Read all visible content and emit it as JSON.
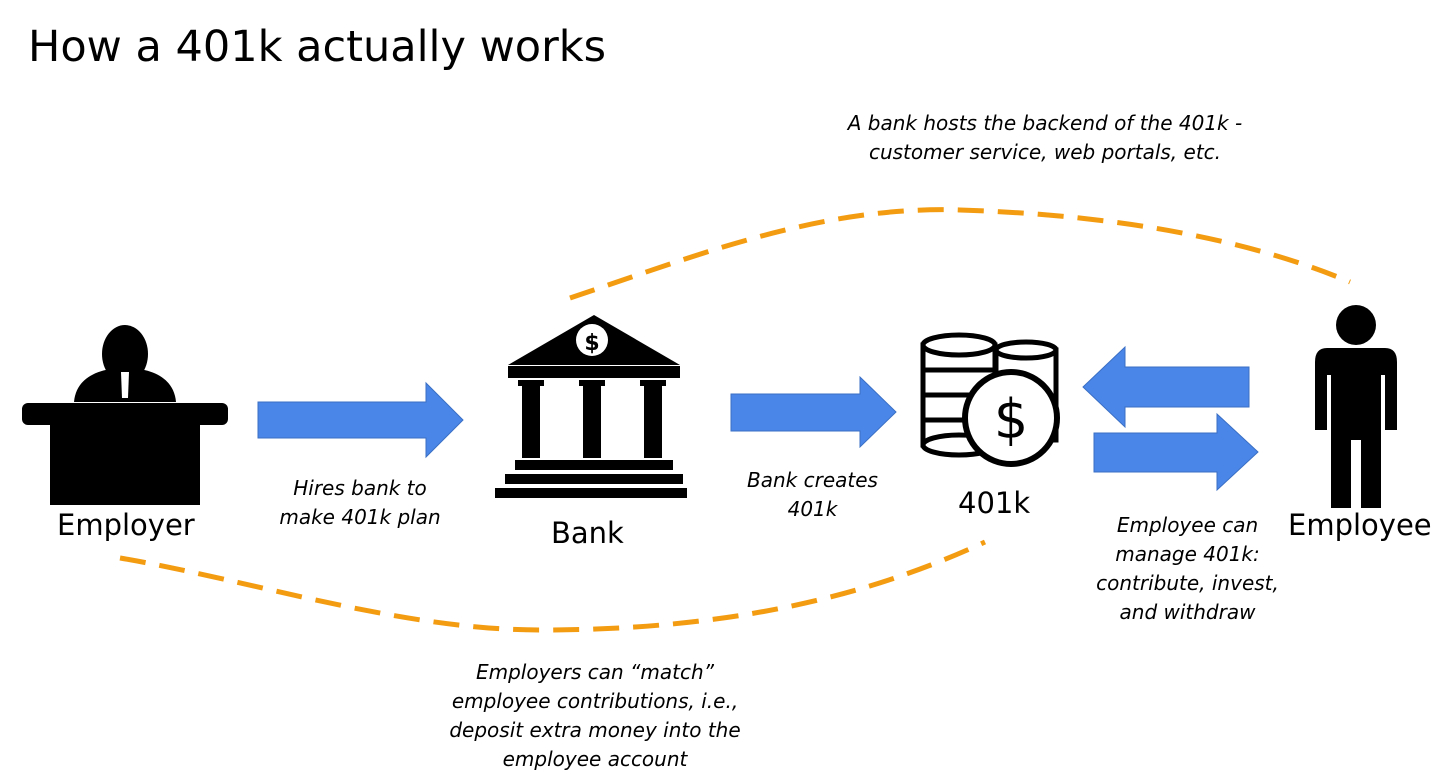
{
  "title": "How a 401k actually works",
  "colors": {
    "arrow": "#4a86e8",
    "dashed": "#f39c12",
    "icon": "#000000"
  },
  "nodes": {
    "employer": {
      "label": "Employer",
      "icon": "employer-desk-icon"
    },
    "bank": {
      "label": "Bank",
      "icon": "bank-building-icon",
      "symbol": "$"
    },
    "plan": {
      "label": "401k",
      "icon": "coin-stack-icon",
      "symbol": "$"
    },
    "employee": {
      "label": "Employee",
      "icon": "person-icon"
    }
  },
  "notes": {
    "hires": [
      "Hires bank to",
      "make  401k plan"
    ],
    "creates": [
      "Bank creates",
      "401k"
    ],
    "manage": [
      "Employee can",
      "manage 401k:",
      "contribute, invest,",
      "and withdraw"
    ],
    "backend": [
      "A bank hosts the backend of the 401k -",
      "customer service, web portals, etc."
    ],
    "match": [
      "Employers can “match”",
      "employee contributions, i.e.,",
      "deposit extra money into the",
      "employee account"
    ]
  }
}
